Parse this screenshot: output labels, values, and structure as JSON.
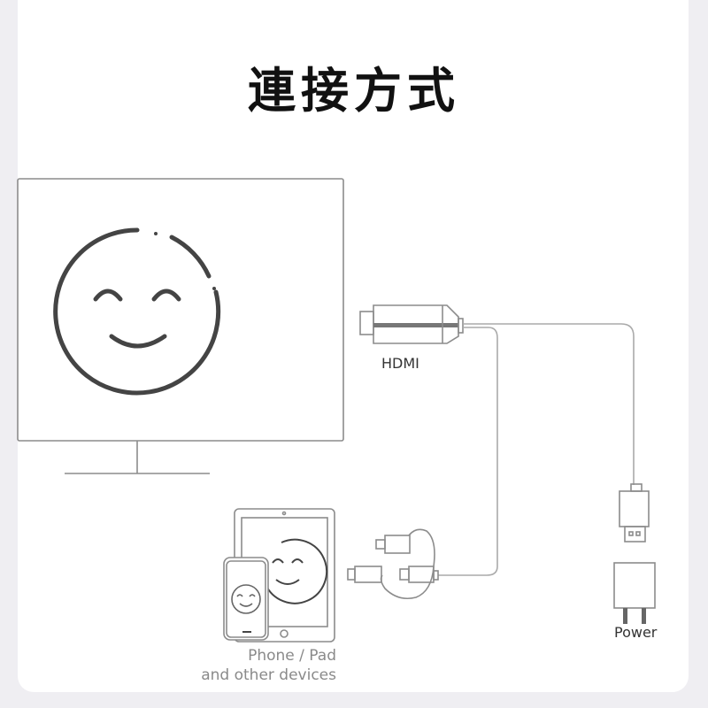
{
  "title": "連接方式",
  "labels": {
    "hdmi": "HDMI",
    "power": "Power",
    "devices_line1": "Phone / Pad",
    "devices_line2": "and other devices"
  },
  "colors": {
    "line": "#8c8c8c",
    "dark": "#444444",
    "text": "#111111"
  }
}
